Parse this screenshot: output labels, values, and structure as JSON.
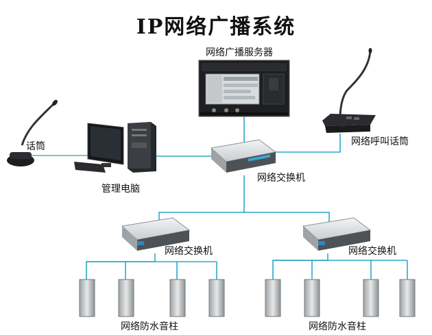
{
  "title": "IP网络广播系统",
  "labels": {
    "server": "网络广播服务器",
    "call_mic": "网络呼叫话筒",
    "mic": "话筒",
    "pc": "管理电脑",
    "switch_main": "网络交换机",
    "switch_left": "网络交换机",
    "switch_right": "网络交换机",
    "speakers_left": "网络防水音柱",
    "speakers_right": "网络防水音柱"
  },
  "colors": {
    "line_blue": "#2aa8c8",
    "line_green": "#5ab87a"
  },
  "icons": {
    "server": "rack-server-icon",
    "switch": "network-switch-icon",
    "speaker": "column-speaker-icon",
    "mic": "gooseneck-microphone-icon",
    "pc": "desktop-computer-icon"
  }
}
